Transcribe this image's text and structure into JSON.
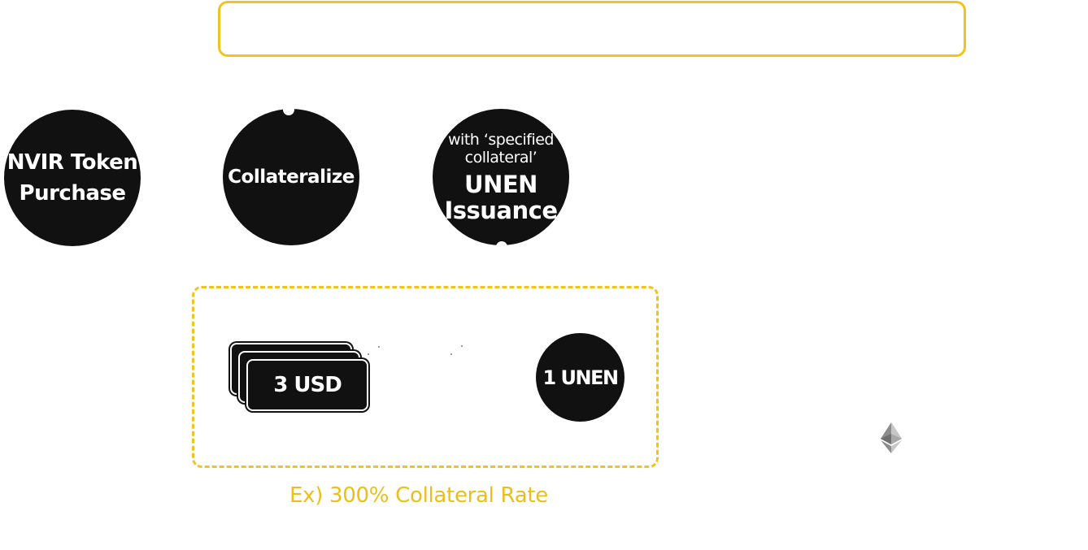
{
  "steps": [
    {
      "lines": [
        "NVIR Token",
        "Purchase"
      ]
    },
    {
      "lines": [
        "Collateralize"
      ]
    },
    {
      "small_lines": [
        "with ‘specified",
        "collateral’"
      ],
      "big_lines": [
        "UNEN",
        "Issuance"
      ]
    }
  ],
  "example": {
    "collateral_label": "3 USD",
    "issued_label": "1 UNEN",
    "caption": "Ex) 300% Collateral Rate"
  },
  "icons": {
    "network": "ethereum-icon"
  },
  "colors": {
    "accent": "#f2c31b",
    "caption": "#eabf1c",
    "circle": "#111111"
  }
}
